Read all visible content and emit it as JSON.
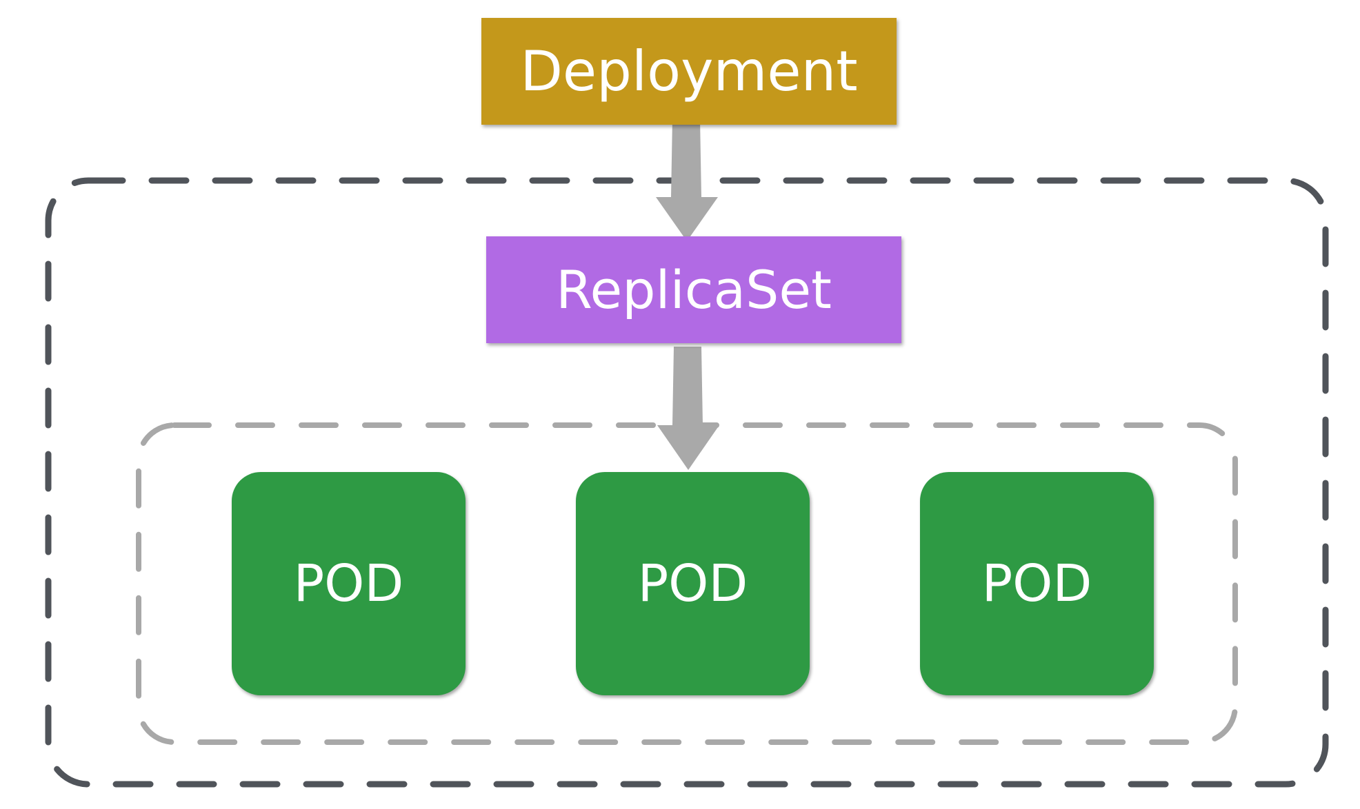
{
  "diagram": {
    "nodes": {
      "deployment": {
        "label": "Deployment",
        "color": "#c4981b"
      },
      "replicaset": {
        "label": "ReplicaSet",
        "color": "#b16ae4"
      }
    },
    "pods": [
      {
        "label": "POD",
        "color": "#2e9a44"
      },
      {
        "label": "POD",
        "color": "#2e9a44"
      },
      {
        "label": "POD",
        "color": "#2e9a44"
      }
    ],
    "edges": [
      {
        "from": "deployment",
        "to": "replicaset"
      },
      {
        "from": "replicaset",
        "to": "pods"
      }
    ],
    "colors": {
      "outer_border": "#50545a",
      "inner_border": "#a8a8a8",
      "arrow": "#a9a9a9"
    }
  }
}
